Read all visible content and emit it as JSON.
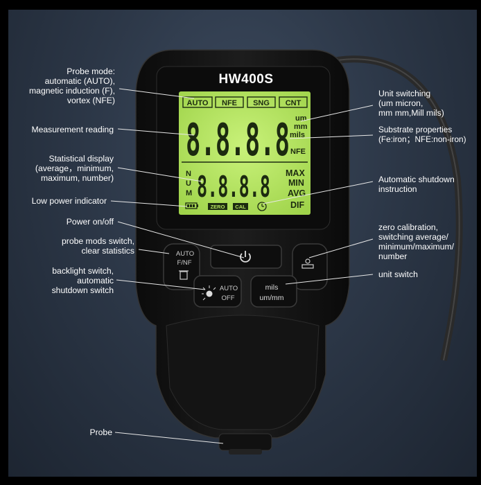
{
  "device": {
    "model": "HW400S",
    "lcd": {
      "modes": [
        "AUTO",
        "NFE",
        "SNG",
        "CNT"
      ],
      "main_reading": "8.8.8.8",
      "units": [
        "um",
        "mm",
        "mils"
      ],
      "substrate": "NFE",
      "stat_letters": [
        "N",
        "U",
        "M"
      ],
      "stat_reading": "8.8.8.8",
      "stats": [
        "MAX",
        "MIN",
        "AVG",
        "DIF"
      ],
      "zero": "ZERO",
      "cal": "CAL"
    },
    "buttons": {
      "mode_line1": "AUTO",
      "mode_line2": "F/NF",
      "backlight_line1": "AUTO",
      "backlight_line2": "OFF",
      "unit_line1": "mils",
      "unit_line2": "um/mm"
    }
  },
  "labels": {
    "probe_mode": "Probe mode:\nautomatic (AUTO),\nmagnetic induction (F),\nvortex (NFE)",
    "measurement": "Measurement reading",
    "statistical": "Statistical display\n(average，minimum,\nmaximum, number)",
    "low_power": "Low power indicator",
    "power": "Power on/off",
    "probe_mods": "probe mods switch,\nclear statistics",
    "backlight": "backlight switch,\nautomatic\nshutdown switch",
    "probe": "Probe",
    "unit_switching": "Unit switching\n(um micron,\nmm mm,Mill mils)",
    "substrate": "Substrate properties\n(Fe:iron；NFE:non-iron)",
    "auto_shutdown": "Automatic shutdown\ninstruction",
    "zero_cal": "zero calibration,\nswitching average/\nminimum/maximum/\nnumber",
    "unit_switch": "unit switch"
  }
}
